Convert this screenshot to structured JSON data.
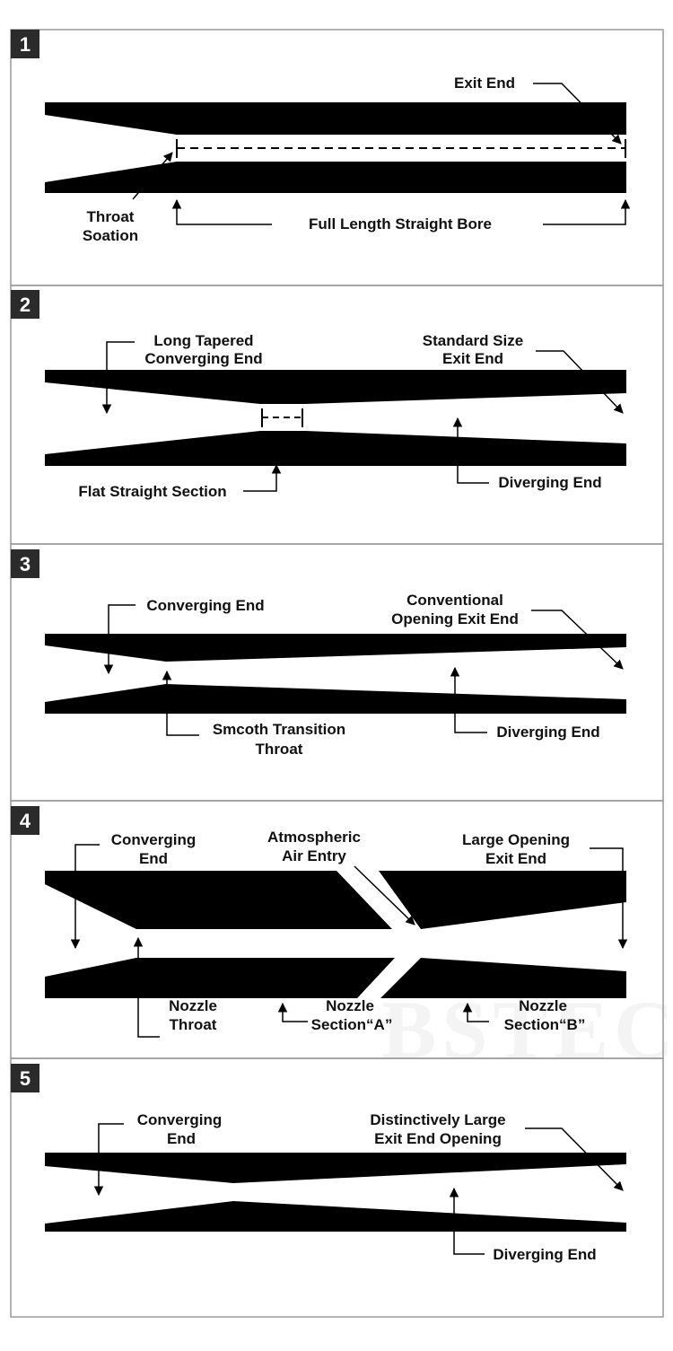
{
  "panels": [
    {
      "number": "1",
      "labels": {
        "exit_end": "Exit End",
        "throat_line1": "Throat",
        "throat_line2": "Soation",
        "bore": "Full Length Straight Bore"
      }
    },
    {
      "number": "2",
      "labels": {
        "converging_line1": "Long Tapered",
        "converging_line2": "Converging End",
        "exit_line1": "Standard Size",
        "exit_line2": "Exit End",
        "flat": "Flat Straight Section",
        "diverging": "Diverging End"
      }
    },
    {
      "number": "3",
      "labels": {
        "converging": "Converging End",
        "exit_line1": "Conventional",
        "exit_line2": "Opening Exit End",
        "throat_line1": "Smcoth Transition",
        "throat_line2": "Throat",
        "diverging": "Diverging End"
      }
    },
    {
      "number": "4",
      "labels": {
        "converging_line1": "Converging",
        "converging_line2": "End",
        "air_line1": "Atmospheric",
        "air_line2": "Air Entry",
        "exit_line1": "Large Opening",
        "exit_line2": "Exit End",
        "throat_line1": "Nozzle",
        "throat_line2": "Throat",
        "secA_line1": "Nozzle",
        "secA_line2": "Section“A”",
        "secB_line1": "Nozzle",
        "secB_line2": "Section“B”"
      }
    },
    {
      "number": "5",
      "labels": {
        "converging_line1": "Converging",
        "converging_line2": "End",
        "exit_line1": "Distinctively Large",
        "exit_line2": "Exit End Opening",
        "diverging": "Diverging End"
      }
    }
  ],
  "watermark": "BSTEC",
  "colors": {
    "nozzle_fill": "#000000",
    "panel_border": "#999999",
    "badge_fill": "#2b2b2b",
    "watermark": "#f4f4f4"
  }
}
